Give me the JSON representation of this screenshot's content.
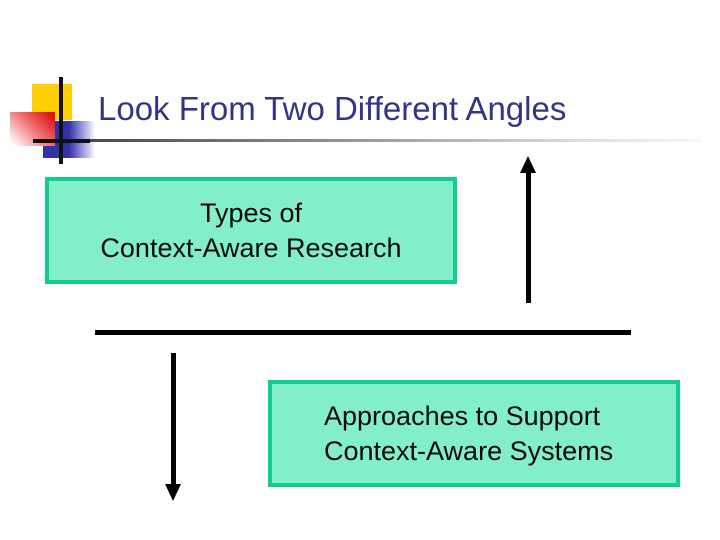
{
  "slide": {
    "title": "Look From Two Different Angles",
    "top_box": {
      "line1": "Types of",
      "line2": "Context-Aware Research"
    },
    "bottom_box": {
      "line1": "Approaches to Support",
      "line2": "Context-Aware Systems"
    },
    "colors": {
      "title_text": "#343487",
      "box_fill": "#82eecb",
      "box_border": "#12ce8e",
      "box_text": "#0a0a0a",
      "arrow": "#000000",
      "accent_yellow": "#ffce05",
      "accent_red": "#df1313",
      "accent_blue": "#3232a8"
    }
  }
}
